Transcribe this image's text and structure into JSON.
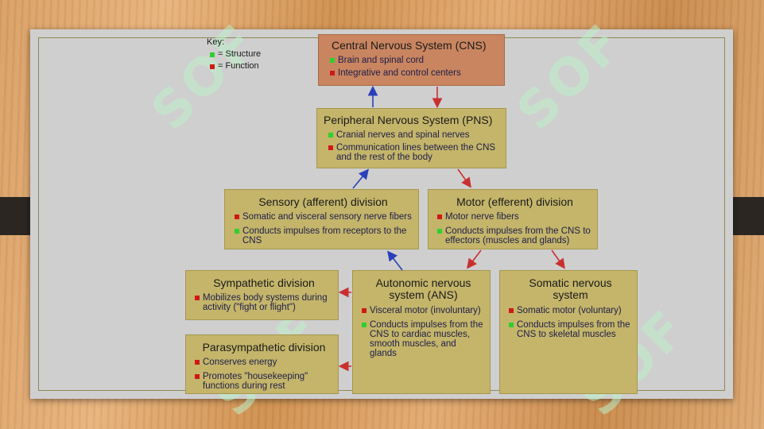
{
  "key": {
    "title": "Key:",
    "structure_label": "= Structure",
    "function_label": "= Function"
  },
  "cns": {
    "title": "Central Nervous System (CNS)",
    "items": [
      "Brain and spinal cord",
      "Integrative and control centers"
    ]
  },
  "pns": {
    "title": "Peripheral Nervous System (PNS)",
    "items": [
      "Cranial nerves and spinal nerves",
      "Communication lines between the CNS and the rest of the body"
    ]
  },
  "sensory": {
    "title": "Sensory (afferent) division",
    "items": [
      "Somatic and visceral sensory nerve fibers",
      "Conducts impulses from receptors to the CNS"
    ]
  },
  "motor": {
    "title": "Motor (efferent) division",
    "items": [
      "Motor nerve fibers",
      "Conducts impulses from the CNS to effectors (muscles and glands)"
    ]
  },
  "sympathetic": {
    "title": "Sympathetic division",
    "items": [
      "Mobilizes body systems during activity (\"fight or flight\")"
    ]
  },
  "parasympathetic": {
    "title": "Parasympathetic division",
    "items": [
      "Conserves energy",
      "Promotes \"housekeeping\" functions during rest"
    ]
  },
  "ans": {
    "title_line1": "Autonomic nervous",
    "title_line2": "system (ANS)",
    "items": [
      "Visceral motor (involuntary)",
      "Conducts impulses from the CNS to cardiac muscles, smooth muscles, and glands"
    ]
  },
  "somatic": {
    "title_line1": "Somatic nervous",
    "title_line2": "system",
    "items": [
      "Somatic motor (voluntary)",
      "Conducts impulses from the CNS to skeletal muscles"
    ]
  },
  "watermark_text": "SOF",
  "colors": {
    "structure": "#2fcf2f",
    "function": "#d01818",
    "arrow_afferent": "#2a3fb8",
    "arrow_efferent": "#c83030"
  }
}
